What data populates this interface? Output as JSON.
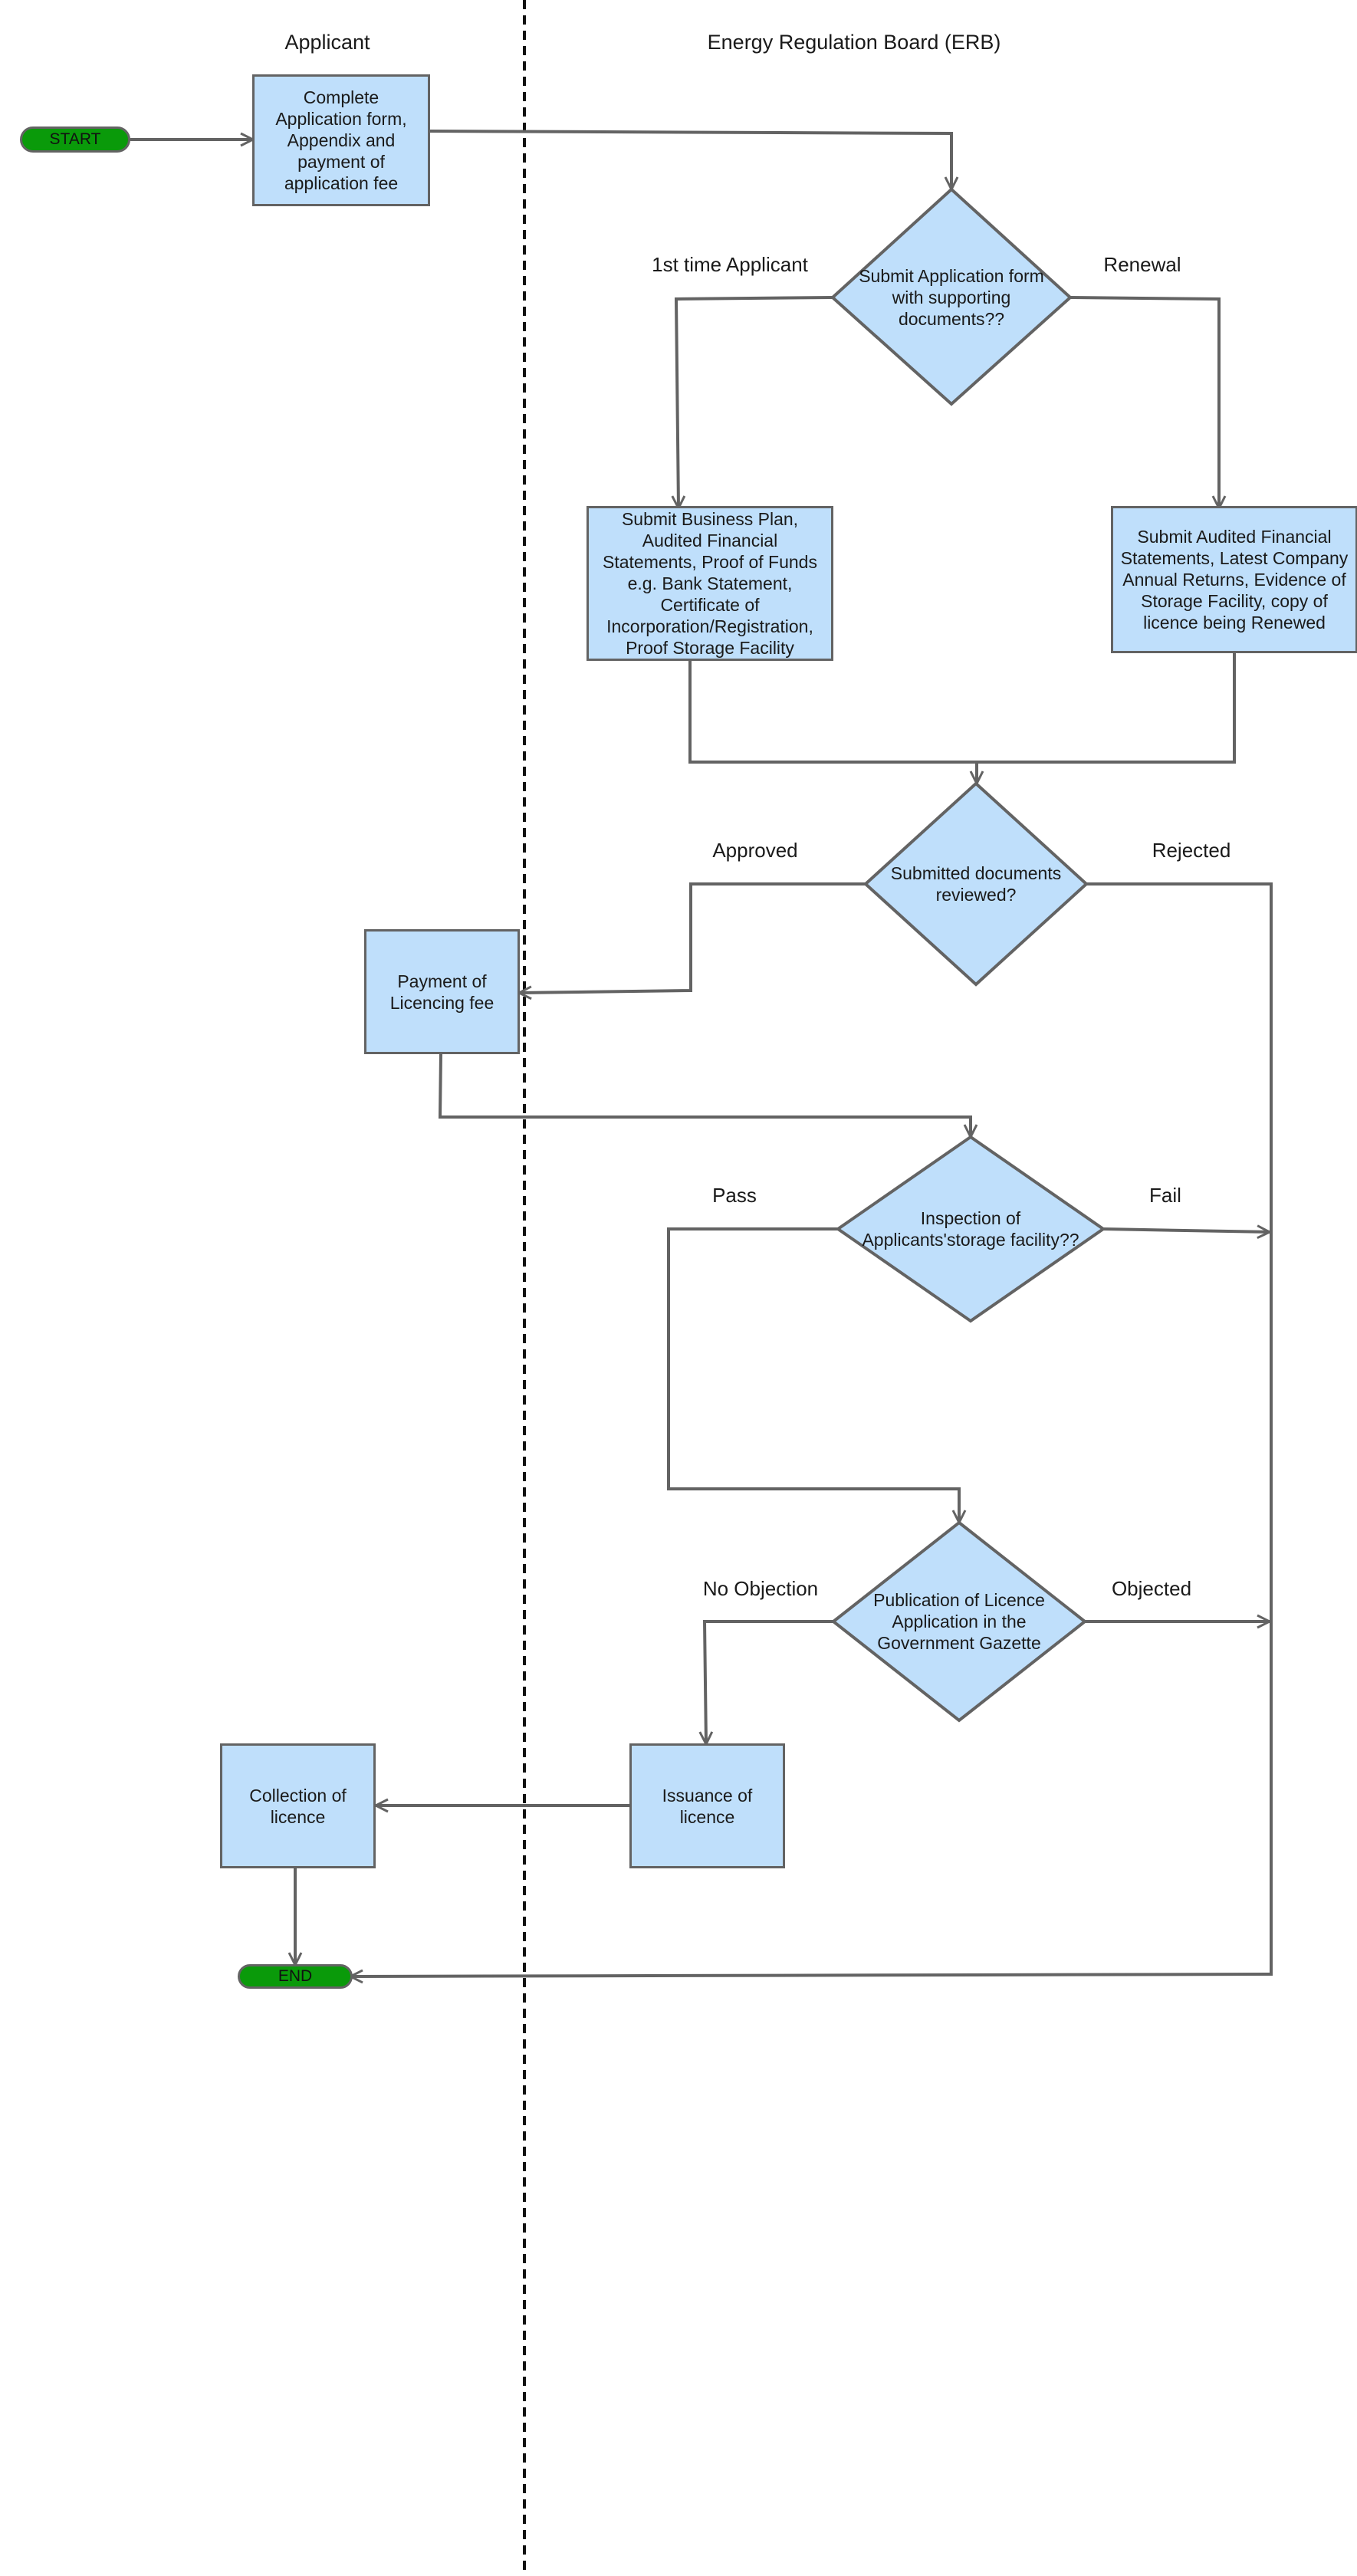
{
  "lanes": {
    "applicant": "Applicant",
    "erb": "Energy Regulation Board (ERB)"
  },
  "colors": {
    "box_fill": "#bfdffb",
    "stroke": "#636363",
    "terminal_fill": "#0a9a0a"
  },
  "terminals": {
    "start": "START",
    "end": "END"
  },
  "boxes": {
    "complete_form": "Complete Application form, Appendix and payment of application fee",
    "first_time_docs": "Submit Business Plan, Audited Financial Statements, Proof of Funds e.g. Bank Statement, Certificate of Incorporation/Registration, Proof Storage Facility",
    "renewal_docs": "Submit Audited Financial Statements, Latest Company Annual Returns, Evidence of Storage Facility, copy of licence being Renewed",
    "payment_fee": "Payment of Licencing fee",
    "issuance": "Issuance of licence",
    "collection": "Collection of licence"
  },
  "decisions": {
    "submit_form": "Submit Application form with supporting documents??",
    "reviewed": "Submitted documents reviewed?",
    "inspection": "Inspection of Applicants'storage facility??",
    "publication": "Publication of Licence Application in the Government Gazette"
  },
  "edge_labels": {
    "first_time": "1st time Applicant",
    "renewal": "Renewal",
    "approved": "Approved",
    "rejected": "Rejected",
    "pass": "Pass",
    "fail": "Fail",
    "no_objection": "No Objection",
    "objected": "Objected"
  }
}
